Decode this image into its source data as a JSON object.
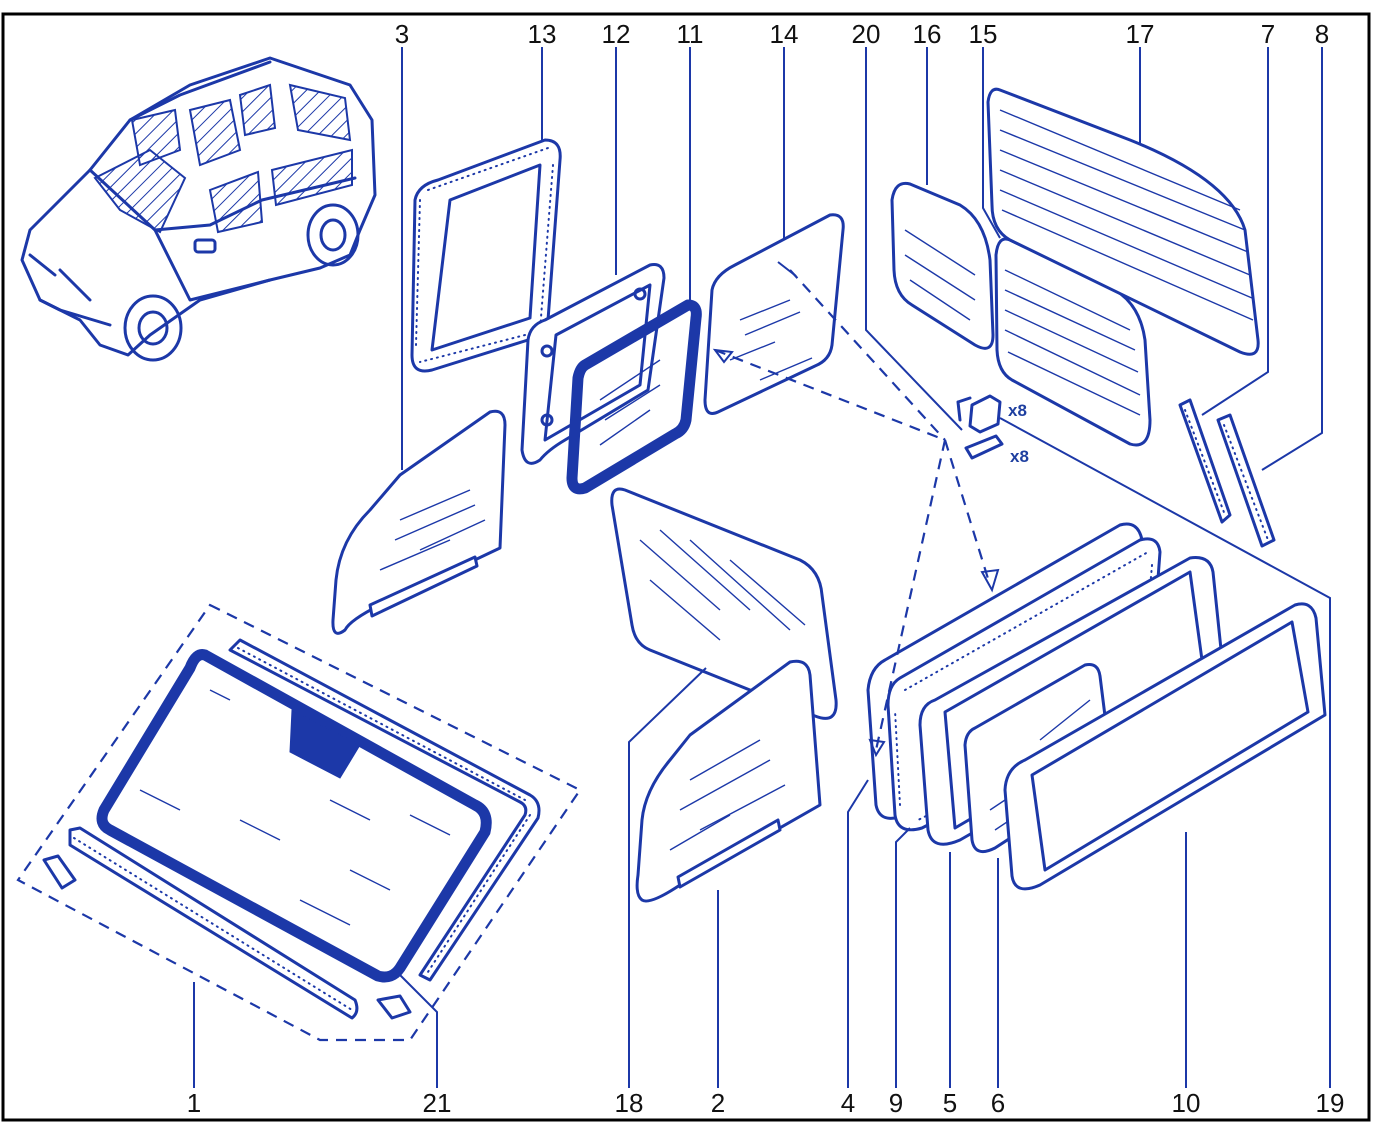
{
  "diagram": {
    "colors": {
      "ink": "#1c38a8",
      "labels": "#111111",
      "background": "#ffffff"
    },
    "callouts": {
      "c1": "1",
      "c2": "2",
      "c3": "3",
      "c4": "4",
      "c5": "5",
      "c6": "6",
      "c7": "7",
      "c8": "8",
      "c9": "9",
      "c10": "10",
      "c11": "11",
      "c12": "12",
      "c13": "13",
      "c14": "14",
      "c15": "15",
      "c16": "16",
      "c17": "17",
      "c18": "18",
      "c19": "19",
      "c20": "20",
      "c21": "21"
    },
    "quantities": {
      "clip_qty": "x8",
      "spacer_qty": "x8"
    }
  }
}
